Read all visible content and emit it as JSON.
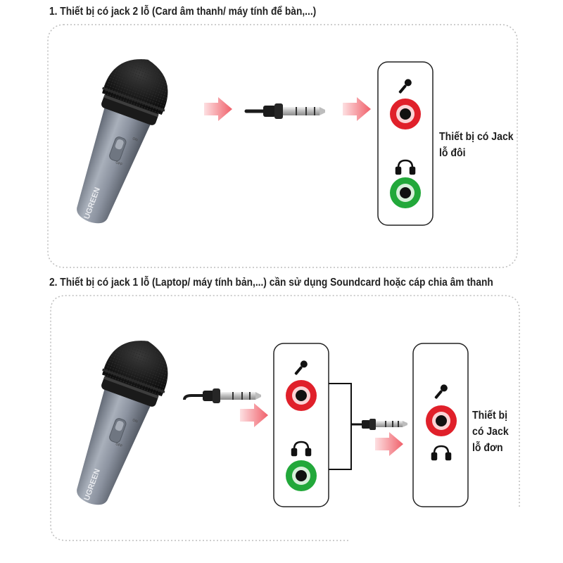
{
  "section1": {
    "title": "1. Thiết bị có jack 2 lỗ (Card âm thanh/ máy tính để bàn,...)",
    "microphone": {
      "brand": "UGREEN",
      "switch_on": "ON",
      "switch_off": "OFF"
    },
    "device": {
      "label_line1": "Thiết bị có Jack",
      "label_line2": "lỗ đôi",
      "mic_icon": "microphone-icon",
      "headphone_icon": "headphones-icon"
    }
  },
  "section2": {
    "title": "2. Thiết bị có jack 1 lỗ (Laptop/ máy tính bản,...) cần sử dụng Soundcard hoặc cáp chia âm thanh",
    "microphone": {
      "brand": "UGREEN",
      "switch_on": "ON",
      "switch_off": "OFF"
    },
    "splitter": {
      "mic_icon": "microphone-icon",
      "headphone_icon": "headphones-icon"
    },
    "device": {
      "label_line1": "Thiết bị",
      "label_line2": "có Jack",
      "label_line3": "lỗ đơn",
      "mic_icon": "microphone-icon",
      "headphone_icon": "headphones-icon"
    }
  },
  "colors": {
    "arrow": "#f0606a",
    "mic_port": "#e0202a",
    "headphone_port": "#22a83a",
    "mic_body": "#8f96a3",
    "grille": "#151515",
    "dashed_border": "#bdbdbd"
  }
}
